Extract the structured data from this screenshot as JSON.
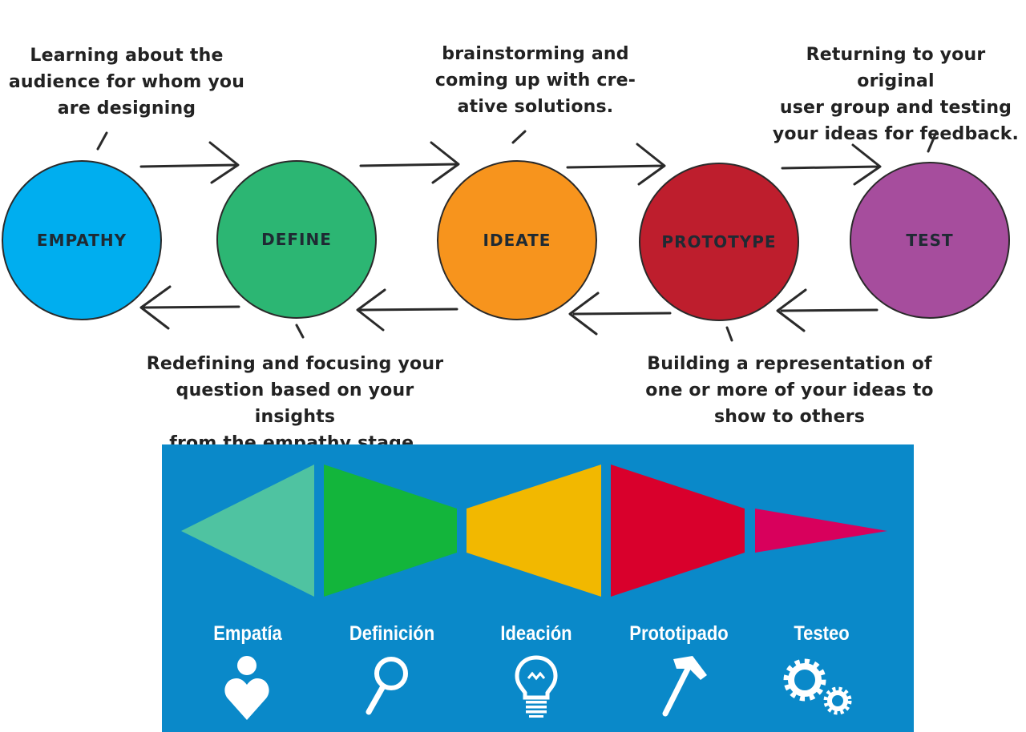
{
  "top_diagram": {
    "stages": [
      {
        "label": "EMPATHY",
        "color": "#00aeef"
      },
      {
        "label": "DEFINE",
        "color": "#2cb673"
      },
      {
        "label": "IDEATE",
        "color": "#f7941d"
      },
      {
        "label": "PROTOTYPE",
        "color": "#be1e2d"
      },
      {
        "label": "TEST",
        "color": "#a64d9d"
      }
    ],
    "captions": {
      "empathy": "Learning about the\naudience for whom you\nare designing",
      "ideate": "brainstorming and\ncoming up with cre-\native solutions.",
      "test": "Returning to your original\nuser group and testing\nyour ideas for feedback.",
      "define": "Redefining and focusing your\nquestion based on your insights\nfrom the empathy stage.",
      "prototype": "Building a representation of\none or more of your ideas to\nshow to others"
    }
  },
  "bottom_diagram": {
    "background": "#0a89c9",
    "stages": [
      {
        "label": "Empatía",
        "color": "#4fc3a1",
        "icon": "person-heart-icon"
      },
      {
        "label": "Definición",
        "color": "#13b53b",
        "icon": "magnifier-icon"
      },
      {
        "label": "Ideación",
        "color": "#f2b800",
        "icon": "lightbulb-icon"
      },
      {
        "label": "Prototipado",
        "color": "#d9002c",
        "icon": "hammer-icon"
      },
      {
        "label": "Testeo",
        "color": "#d8005c",
        "icon": "gears-icon"
      }
    ]
  }
}
